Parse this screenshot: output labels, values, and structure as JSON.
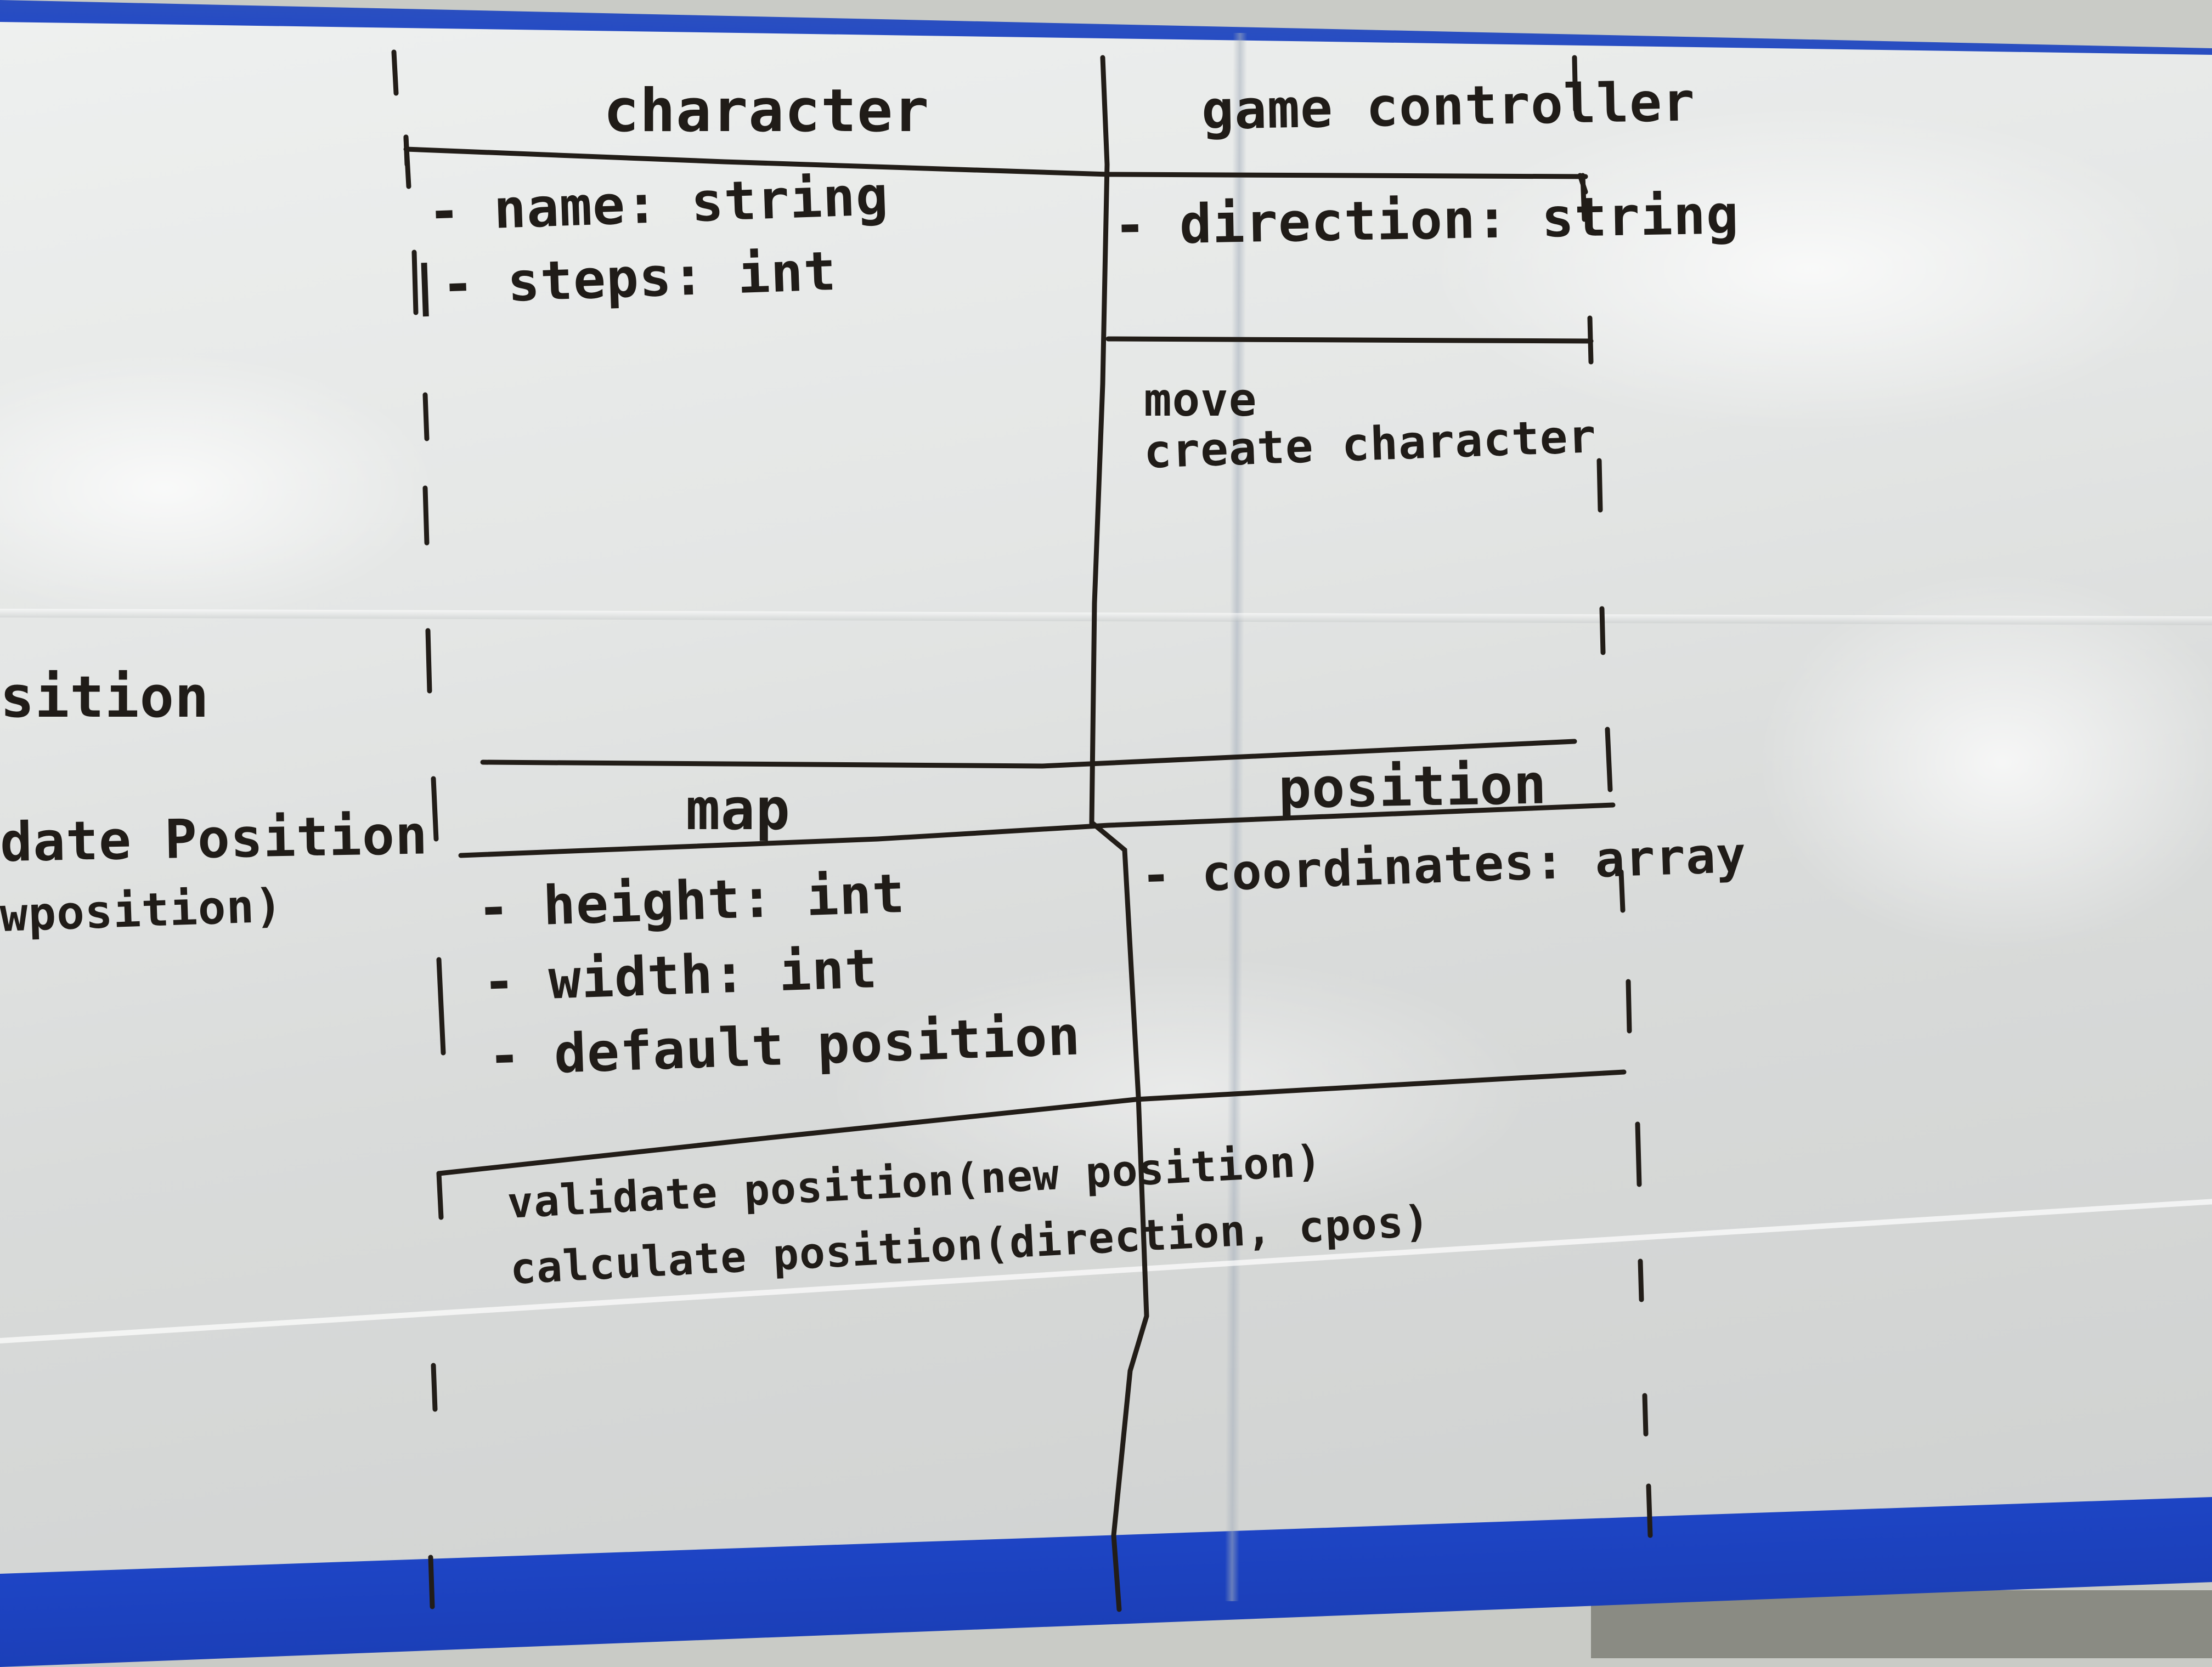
{
  "diagram": {
    "left_fragment": {
      "line1": "sition",
      "line2": "date Position",
      "line3": "wposition)"
    },
    "classes": [
      {
        "name": "character",
        "attributes": [
          "- name: string",
          "|- steps: int"
        ]
      },
      {
        "name": "game controller",
        "attributes": [
          "- direction: string"
        ],
        "methods": [
          "move",
          "create character"
        ]
      },
      {
        "name": "map",
        "attributes": [
          "- height: int",
          "- width: int",
          "- default position"
        ],
        "methods": [
          "validate position(new position)",
          "calculate position(direction, cpos)"
        ]
      },
      {
        "name": "position",
        "attributes": [
          "- coordinates: array"
        ]
      }
    ]
  },
  "colors": {
    "ink": "#201c18",
    "tape": "#1f46c9",
    "board": "#e6e8e7"
  }
}
